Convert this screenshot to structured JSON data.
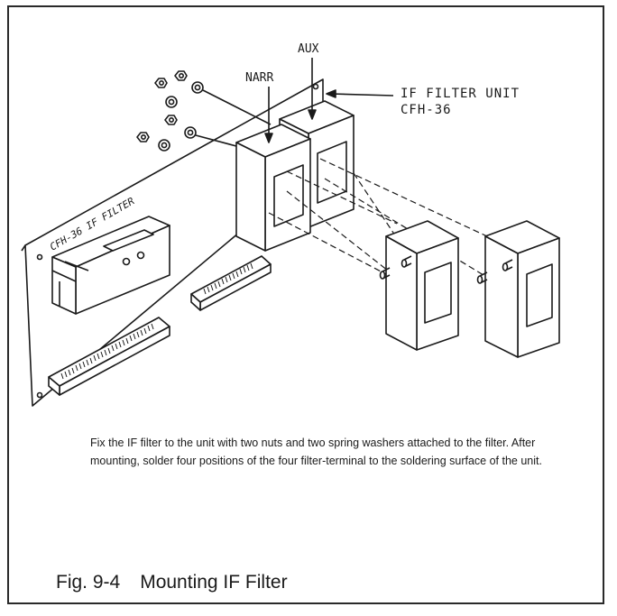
{
  "diagram": {
    "label_aux": "AUX",
    "label_narr": "NARR",
    "label_unit_line1": "IF FILTER UNIT",
    "label_unit_line2": "CFH-36",
    "board_silkscreen": "CFH-36 IF FILTER"
  },
  "caption": {
    "text": "Fix the IF filter to the unit with two nuts and two spring washers attached to the filter.  After mounting, solder four positions of the four filter-terminal to the soldering surface of the unit."
  },
  "figure": {
    "number": "Fig. 9-4",
    "title": "Mounting IF Filter"
  }
}
